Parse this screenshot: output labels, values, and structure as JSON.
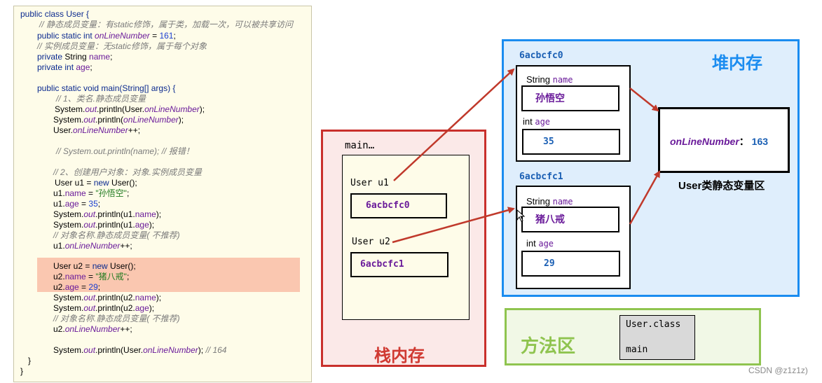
{
  "code": {
    "l1": "public class User {",
    "l2": "// 静态成员变量：有static修饰，属于类，加载一次，可以被共享访问",
    "l3_kw": "public static int ",
    "l3_field": "onLineNumber",
    "l3_eq": " = ",
    "l3_val": "161",
    "l3_end": ";",
    "l4": "// 实例成员变量：无static修饰，属于每个对象",
    "l5_kw": "private ",
    "l5_type": "String ",
    "l5_field": "name",
    "l5_end": ";",
    "l6_kw": "private int ",
    "l6_field": "age",
    "l6_end": ";",
    "l7": "public static void main(String[] args) {",
    "l8": "// 1、类名.静态成员变量",
    "l9a": "System.",
    "l9b": "out",
    "l9c": ".println(User.",
    "l9d": "onLineNumber",
    "l9e": ");",
    "l10a": "System.",
    "l10b": "out",
    "l10c": ".println(",
    "l10d": "onLineNumber",
    "l10e": ");",
    "l11a": "User.",
    "l11b": "onLineNumber",
    "l11c": "++;",
    "l12": "// System.out.println(name); // 报错！",
    "l13": "// 2、创建用户对象：对象.实例成员变量",
    "l14a": "User u1 = ",
    "l14b": "new",
    "l14c": " User();",
    "l15a": "u1.",
    "l15b": "name",
    "l15c": " = ",
    "l15d": "\"孙悟空\"",
    "l15e": ";",
    "l16a": "u1.",
    "l16b": "age",
    "l16c": " = ",
    "l16d": "35",
    "l16e": ";",
    "l17a": "System.",
    "l17b": "out",
    "l17c": ".println(u1.",
    "l17d": "name",
    "l17e": ");",
    "l18a": "System.",
    "l18b": "out",
    "l18c": ".println(u1.",
    "l18d": "age",
    "l18e": ");",
    "l19": "// 对象名称.静态成员变量( 不推荐)",
    "l20a": "u1.",
    "l20b": "onLineNumber",
    "l20c": "++;",
    "l21a": "User u2 = ",
    "l21b": "new",
    "l21c": " User();",
    "l22a": "u2.",
    "l22b": "name",
    "l22c": " = ",
    "l22d": "\"猪八戒\"",
    "l22e": ";",
    "l23a": "u2.",
    "l23b": "age",
    "l23c": " = ",
    "l23d": "29",
    "l23e": ";",
    "l24a": "System.",
    "l24b": "out",
    "l24c": ".println(u2.",
    "l24d": "name",
    "l24e": ");",
    "l25a": "System.",
    "l25b": "out",
    "l25c": ".println(u2.",
    "l25d": "age",
    "l25e": ");",
    "l26": "// 对象名称.静态成员变量( 不推荐)",
    "l27a": "u2.",
    "l27b": "onLineNumber",
    "l27c": "++;",
    "l28a": "System.",
    "l28b": "out",
    "l28c": ".println(User.",
    "l28d": "onLineNumber",
    "l28e": "); ",
    "l28f": "// 164",
    "l29": "}",
    "l30": "}"
  },
  "stack": {
    "title": "栈内存",
    "frame_label": "main…",
    "u1_label": "User u1",
    "u1_ref": "6acbcfc0",
    "u2_label": "User u2",
    "u2_ref": "6acbcfc1"
  },
  "heap": {
    "title": "堆内存",
    "obj1": {
      "address": "6acbcfc0",
      "name_type": "String",
      "name_field": "name",
      "name_value": "孙悟空",
      "age_type": "int",
      "age_field": "age",
      "age_value": "35"
    },
    "obj2": {
      "address": "6acbcfc1",
      "name_type": "String",
      "name_field": "name",
      "name_value": "猪八戒",
      "age_type": "int",
      "age_field": "age",
      "age_value": "29"
    },
    "static_field": "onLineNumber",
    "static_colon": "：",
    "static_value": "163",
    "static_area_label": "User类静态变量区"
  },
  "method_area": {
    "title": "方法区",
    "line1": "User.class",
    "line2": "main"
  },
  "watermark": "CSDN @z1z1z)",
  "colors": {
    "stack_border": "#c9302c",
    "heap_border": "#1a8cf0",
    "method_border": "#8fc44f",
    "arrow": "#c0392b",
    "highlight": "#fac7b0"
  }
}
